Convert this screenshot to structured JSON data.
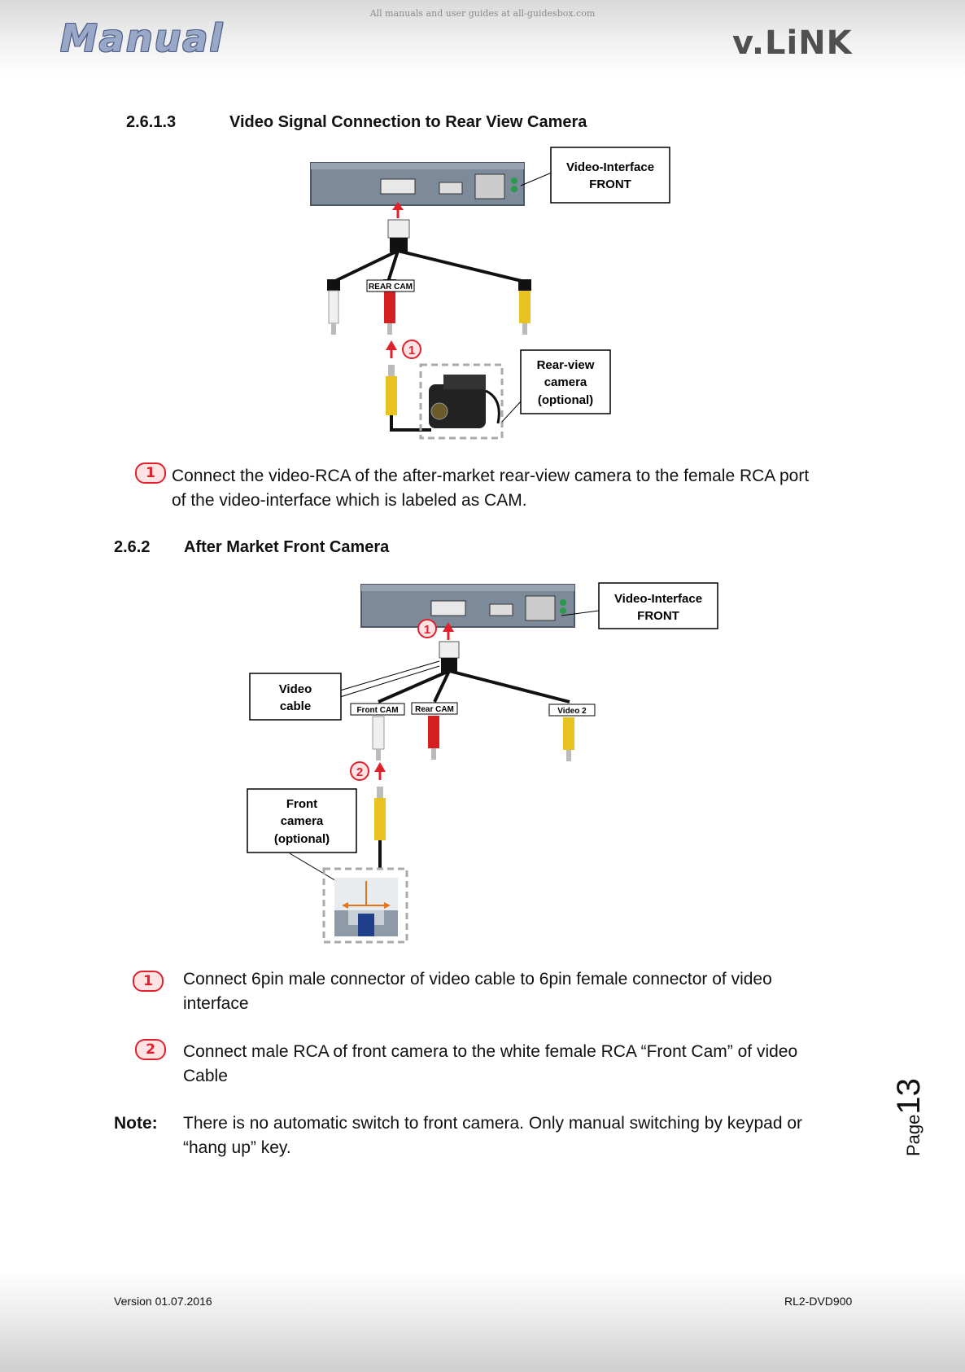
{
  "header": {
    "watermark": "All manuals and user guides at all-guidesbox.com",
    "logo_left": "Manual",
    "logo_right": "v.LiNK"
  },
  "section_1": {
    "number": "2.6.1.3",
    "title": "Video Signal Connection to Rear View Camera",
    "diagram": {
      "interface_label_line1": "Video-Interface",
      "interface_label_line2": "FRONT",
      "rca_label": "REAR CAM",
      "camera_label_line1": "Rear-view",
      "camera_label_line2": "camera",
      "camera_label_line3": "(optional)",
      "step_badge": "1"
    },
    "step_1": {
      "badge": "1",
      "line1": "Connect the video-RCA of the after-market rear-view camera to the female RCA port",
      "line2": "of the video-interface which is labeled as CAM."
    }
  },
  "section_2": {
    "number": "2.6.2",
    "title": "After Market Front Camera",
    "diagram": {
      "interface_label_line1": "Video-Interface",
      "interface_label_line2": "FRONT",
      "video_cable_line1": "Video",
      "video_cable_line2": "cable",
      "rca_front_label": "Front CAM",
      "rca_rear_label": "Rear CAM",
      "rca_video2_label": "Video 2",
      "front_camera_line1": "Front",
      "front_camera_line2": "camera",
      "front_camera_line3": "(optional)",
      "step_badge_1": "1",
      "step_badge_2": "2"
    },
    "step_1": {
      "badge": "1",
      "line1": "Connect 6pin male connector of video cable to 6pin female connector of video",
      "line2": "interface"
    },
    "step_2": {
      "badge": "2",
      "line1": "Connect male RCA of front camera to the white female RCA “Front Cam” of video",
      "line2": "Cable"
    },
    "note": {
      "label": "Note:",
      "line1": "There is no automatic switch to front camera. Only manual switching by keypad or",
      "line2": "“hang up” key."
    }
  },
  "page": {
    "prefix": "Page",
    "number": "13"
  },
  "footer": {
    "version": "Version 01.07.2016",
    "model": "RL2-DVD900"
  },
  "colors": {
    "accent_red": "#e0202a",
    "interface_gray": "#7d8a99",
    "logo_blue": "#9aa8c8"
  }
}
